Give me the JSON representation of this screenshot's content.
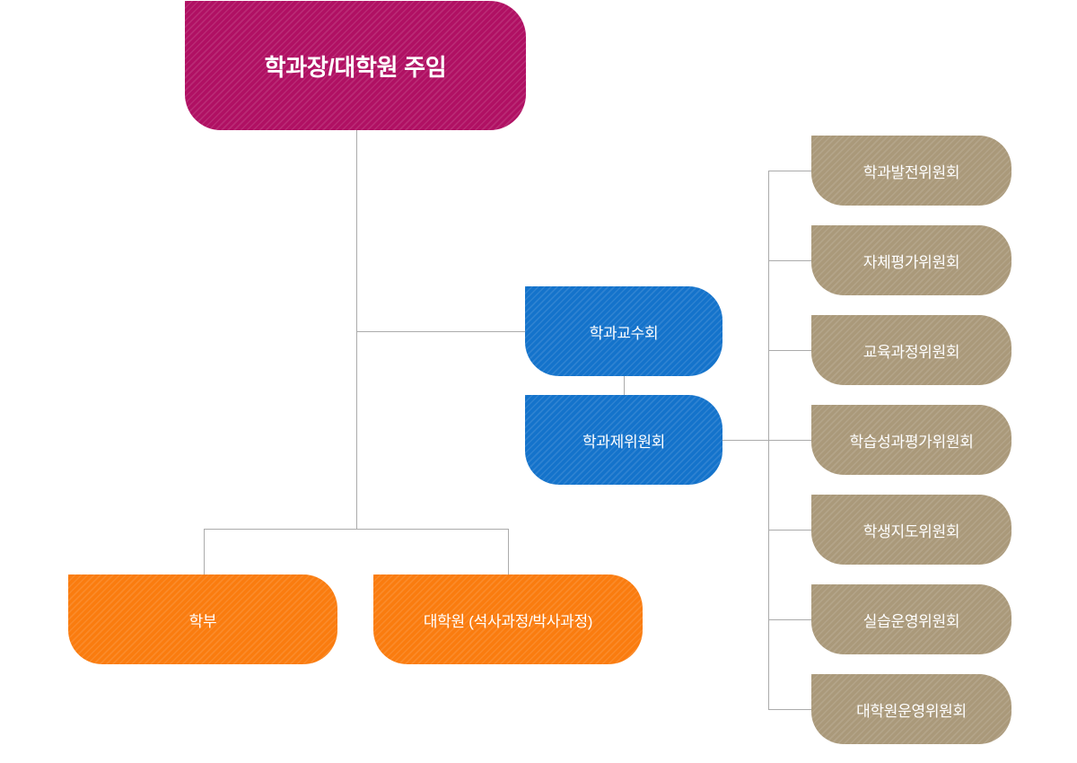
{
  "chart": {
    "title_node": {
      "label": "학과장/대학원 주임"
    },
    "faculty_council": {
      "label": "학과교수회"
    },
    "department_committees": {
      "label": "학과제위원회"
    },
    "undergraduate": {
      "label": "학부"
    },
    "graduate": {
      "label": "대학원 (석사과정/박사과정)"
    },
    "committees": [
      {
        "label": "학과발전위원회"
      },
      {
        "label": "자체평가위원회"
      },
      {
        "label": "교육과정위원회"
      },
      {
        "label": "학습성과평가위원회"
      },
      {
        "label": "학생지도위원회"
      },
      {
        "label": "실습운영위원회"
      },
      {
        "label": "대학원운영위원회"
      }
    ],
    "colors": {
      "root": "#b01063",
      "council": "#1473cb",
      "program": "#fa7c0f",
      "committee": "#aa997a",
      "connector": "#ababab",
      "text": "#ffffff"
    }
  }
}
